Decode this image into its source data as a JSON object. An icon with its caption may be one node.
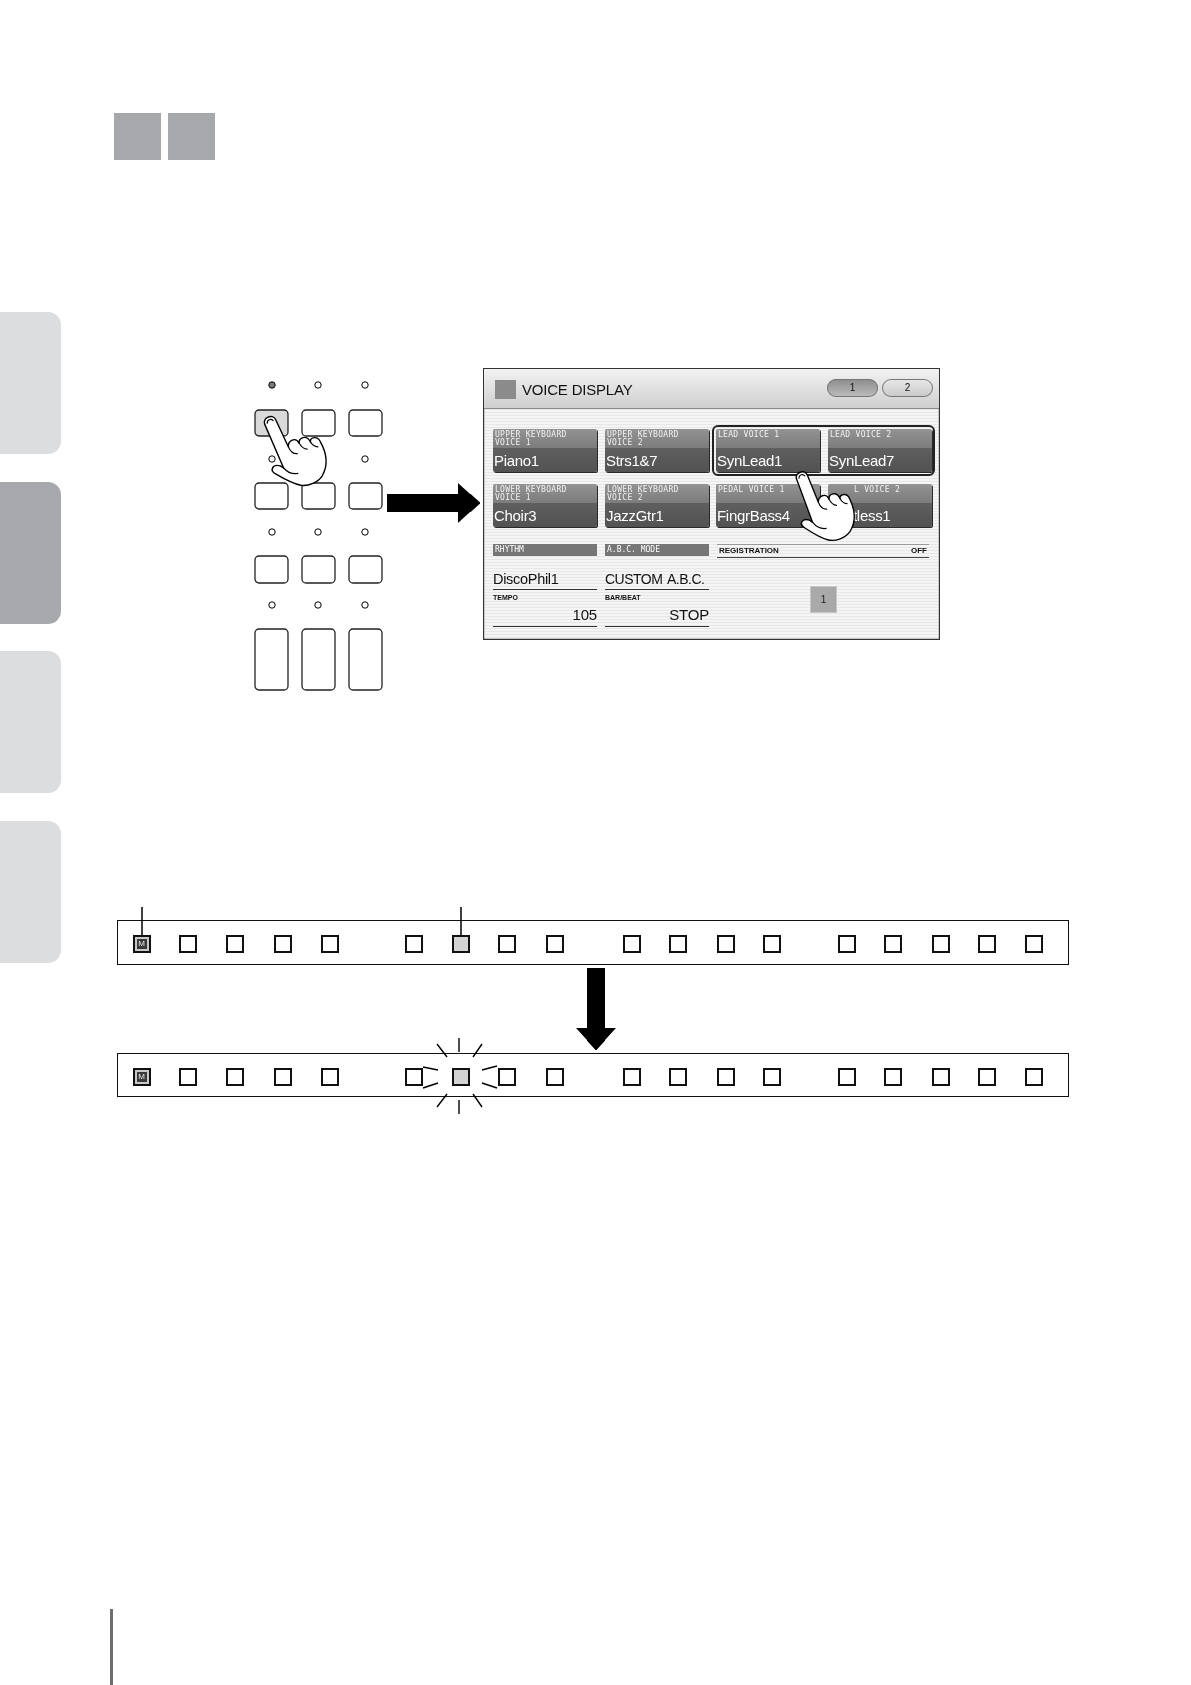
{
  "diagram": {
    "nodes": [
      {
        "text": [],
        "shape": "picture"
      },
      {
        "text": [
          "VOICE DISPLAY"
        ]
      },
      {
        "text": [
          "1"
        ],
        "in": 1
      },
      {
        "text": [
          "2"
        ],
        "in": 1
      },
      {
        "text": [
          "UPPER KEYBOARD VOICE 1",
          "Piano1"
        ],
        "in": 1
      },
      {
        "text": [
          "UPPER KEYBOARD VOICE 2",
          "Strs1&7"
        ],
        "in": 1
      },
      {
        "text": [
          "LEAD VOICE 1",
          "SynLead1"
        ],
        "in": 1
      },
      {
        "text": [
          "LEAD VOICE 2",
          "SynLead7"
        ],
        "in": 1
      },
      {
        "text": [
          "LOWER KEYBOARD VOICE 1",
          "Choir3"
        ],
        "in": 1
      },
      {
        "text": [
          "LOWER KEYBOARD VOICE 2",
          "JazzGtr1"
        ],
        "in": 1
      },
      {
        "text": [
          "PEDAL VOICE 1",
          "FingrBass4"
        ],
        "in": 1
      },
      {
        "text": [
          "L VOICE 2",
          "tless1"
        ],
        "in": 1
      },
      {
        "text": [
          "RHYTHM"
        ],
        "in": 1
      },
      {
        "text": [
          "A.B.C. MODE"
        ],
        "in": 1
      },
      {
        "text": [
          "1"
        ],
        "in": 1
      },
      {
        "text": [],
        "shape": "bar"
      },
      {
        "text": [
          "M"
        ],
        "in": 15
      },
      {
        "text": [],
        "shape": "box",
        "in": 15
      },
      {
        "text": [],
        "shape": "bar"
      },
      {
        "text": [
          "M"
        ],
        "in": 18
      },
      {
        "text": [],
        "shape": "box",
        "in": 18
      }
    ],
    "edges": [
      {
        "from": 0,
        "to": 1,
        "arrow": "to",
        "style": "thick"
      },
      {
        "from": 15,
        "to": 18,
        "arrow": "to",
        "style": "thick"
      },
      {
        "from": null,
        "to": 16,
        "arrow": "none"
      },
      {
        "from": null,
        "to": 17,
        "arrow": "none"
      }
    ],
    "labels": [
      "REGISTRATION",
      "OFF",
      "DiscoPhil1",
      "CUSTOM A.B.C.",
      "TEMPO",
      "BAR/BEAT",
      "105",
      "STOP"
    ]
  }
}
